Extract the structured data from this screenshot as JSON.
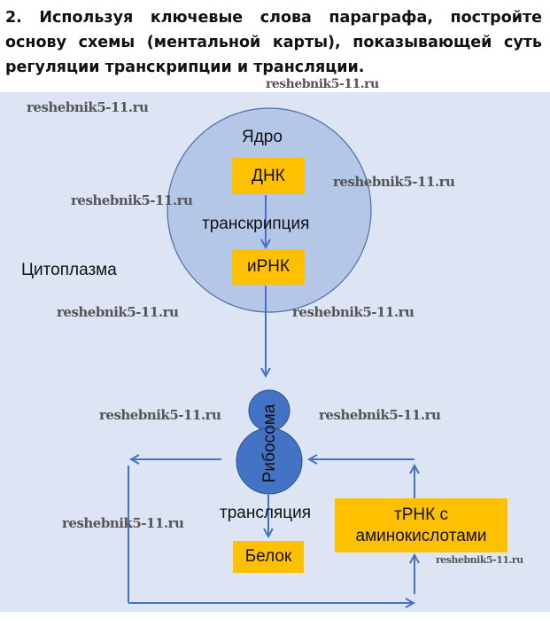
{
  "task_text": "2. Используя ключевые слова параграфа, постройте основу схемы (ментальной карты), показывающей суть регуляции транскрипции и трансляции.",
  "watermark": "reshebnik5-11.ru",
  "diagram": {
    "nucleus": "Ядро",
    "dna": "ДНК",
    "transcription": "транскрипция",
    "mrna": "иРНК",
    "cytoplasm": "Цитоплазма",
    "ribosome": "Рибосома",
    "translation": "трансляция",
    "protein": "Белок",
    "trna": "тРНК с аминокислотами"
  },
  "colors": {
    "box": "#ffc000",
    "nucleus": "#b4c7e7",
    "ribosome": "#4472c4",
    "arrow": "#4472c4"
  }
}
